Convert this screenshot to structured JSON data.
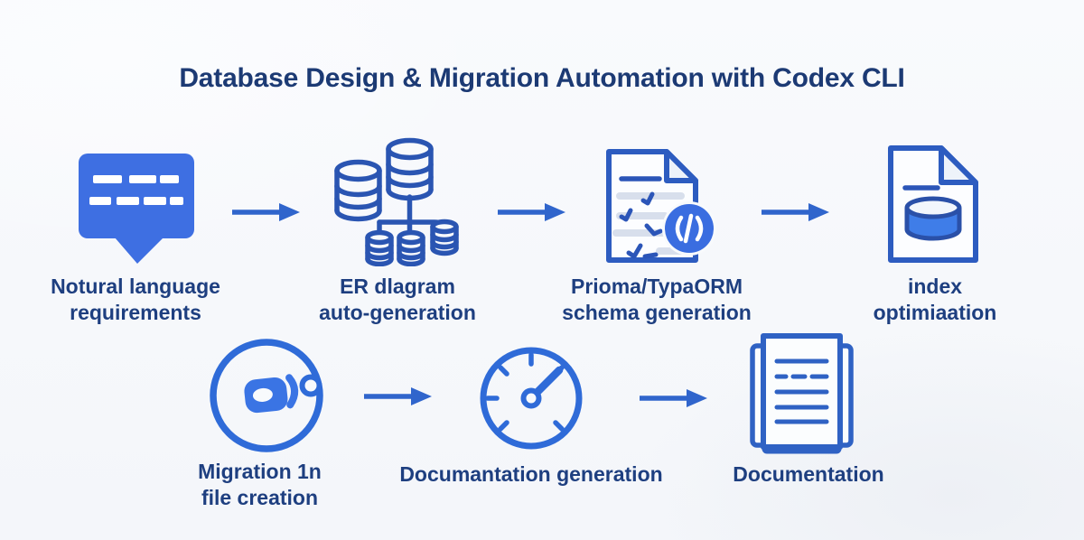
{
  "title": "Database Design & Migration Automation with Codex CLI",
  "row1": {
    "steps": [
      {
        "icon": "chat-bubble-icon",
        "lines": [
          "Notural language",
          "requirements"
        ]
      },
      {
        "icon": "er-diagram-icon",
        "lines": [
          "ER dlagram",
          "auto-generation"
        ]
      },
      {
        "icon": "code-document-icon",
        "lines": [
          "Prioma/TypaORM",
          "schema generation"
        ]
      },
      {
        "icon": "database-document-icon",
        "lines": [
          "index",
          "optimiaation"
        ]
      }
    ]
  },
  "row2": {
    "steps": [
      {
        "icon": "sync-circle-icon",
        "lines": [
          "Migration 1n",
          "file creation"
        ]
      },
      {
        "icon": "gauge-icon",
        "lines": [
          "Documantation generation"
        ]
      },
      {
        "icon": "documents-stack-icon",
        "lines": [
          "Documentation"
        ]
      }
    ]
  },
  "colors": {
    "background": "#f7f9fc",
    "title_text": "#1c3a74",
    "label_text": "#1e3f80",
    "arrow_blue": "#3065cc",
    "icon_stroke": "#2d5cc0",
    "bubble_fill": "#3e6fe2",
    "badge_fill": "#3a6de0",
    "database_fill": "#3f7de8"
  }
}
